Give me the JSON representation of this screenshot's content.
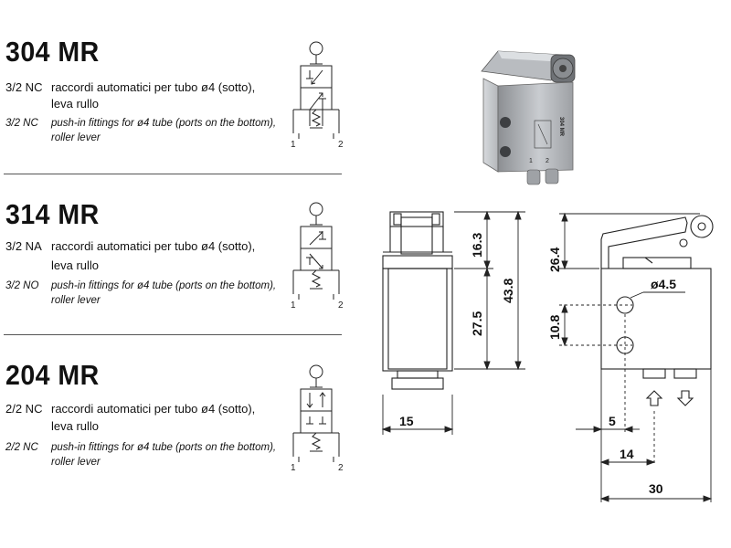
{
  "products": [
    {
      "model": "304 MR",
      "code": "3/2 NC",
      "desc_it_line1": "raccordi automatici per tubo ø4 (sotto),",
      "desc_it_line2": "leva rullo",
      "code_en": "3/2 NC",
      "desc_en_line1": "push-in fittings for ø4 tube (ports on the bottom),",
      "desc_en_line2": "roller lever",
      "port_1": "1",
      "port_2": "2"
    },
    {
      "model": "314 MR",
      "code": "3/2 NA",
      "desc_it_line1": "raccordi automatici per tubo ø4 (sotto),",
      "desc_it_line2": "leva rullo",
      "code_en": "3/2 NO",
      "desc_en_line1": "push-in fittings for ø4 tube (ports on the bottom),",
      "desc_en_line2": "roller lever",
      "port_1": "1",
      "port_2": "2"
    },
    {
      "model": "204 MR",
      "code": "2/2 NC",
      "desc_it_line1": "raccordi automatici per tubo ø4 (sotto),",
      "desc_it_line2": "leva rullo",
      "code_en": "2/2 NC",
      "desc_en_line1": "push-in fittings for ø4 tube (ports on the bottom),",
      "desc_en_line2": "roller lever",
      "port_1": "1",
      "port_2": "2"
    }
  ],
  "photo": {
    "body_label": "304 MR",
    "port_1": "1",
    "port_2": "2"
  },
  "dimensions": {
    "side_top": "16.3",
    "side_bottom": "27.5",
    "side_total": "43.8",
    "side_width": "15",
    "front_lever": "26.4",
    "front_pitch": "10.8",
    "front_port_dia": "ø4.5",
    "front_offset_5": "5",
    "front_offset_14": "14",
    "front_width": "30"
  }
}
